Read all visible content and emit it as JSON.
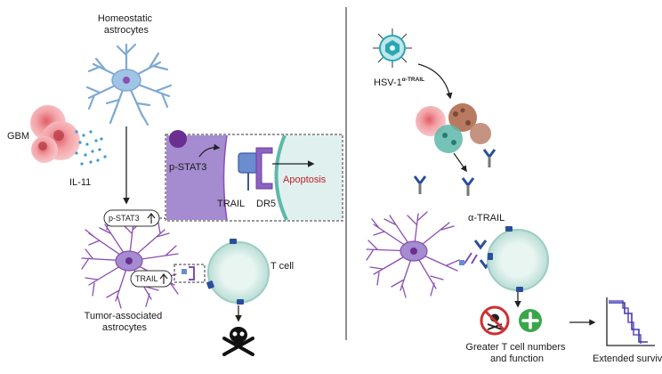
{
  "labels": {
    "homeostatic": "Homeostatic astrocytes",
    "gbm": "GBM",
    "il11": "IL-11",
    "pstat3_panel": "p-STAT3",
    "trail_panel": "TRAIL",
    "dr5": "DR5",
    "apoptosis": "Apoptosis",
    "pstat3_badge": "p-STAT3",
    "trail_badge": "TRAIL",
    "tcell": "T cell",
    "tumor_astro": "Tumor-associated astrocytes",
    "hsv_base": "HSV-1",
    "hsv_sup": "α-TRAIL",
    "alpha_trail": "α-TRAIL",
    "greater": "Greater T cell numbers and function",
    "extended": "Extended survival"
  },
  "colors": {
    "astro_blue": "#9fc4e6",
    "astro_purple": "#8a4fb0",
    "panel_purple": "#a58bd0",
    "tcell_fill": "#d9eeea",
    "tcell_ring": "#9ccdc4",
    "gbm_pink": "#f2a1a6",
    "il11_dot": "#3a9ad0",
    "apoptosis_red": "#c0202a",
    "teal_membrane": "#5db8a9",
    "antibody_blue": "#2a4f9a",
    "virus_teal": "#2aa7b3",
    "stop_red": "#d03030",
    "plus_green": "#3aa64a",
    "curve_purple": "#6a4fc0"
  },
  "icons": [
    "skull-crossbones-icon",
    "stop-sign-icon",
    "plus-icon",
    "up-arrow-icon",
    "right-arrow-icon"
  ]
}
